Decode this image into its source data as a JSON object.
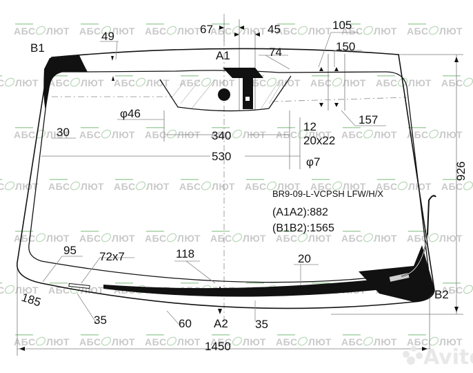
{
  "diagram": {
    "part_code": "BR9-09-L-VCPSH LFW/H/X",
    "measurements": [
      {
        "label": "(A1A2):882"
      },
      {
        "label": "(B1B2):1565"
      }
    ],
    "points": {
      "A1": "A1",
      "A2": "A2",
      "B1": "B1",
      "B2": "B2"
    },
    "dimensions": {
      "top_left_49": "49",
      "sensor_67": "67",
      "sensor_45": "45",
      "dim_105": "105",
      "dim_150": "150",
      "dim_74": "74",
      "dim_157": "157",
      "phi_46": "φ46",
      "side_30": "30",
      "width_340": "340",
      "width_530": "530",
      "dim_12": "12",
      "bracket_20x22": "20x22",
      "phi_7": "φ7",
      "height_926": "926",
      "bottom_95": "95",
      "strip_72x7": "72x7",
      "bottom_118": "118",
      "bottom_20": "20",
      "corner_185": "185",
      "bottom_35_left": "35",
      "bottom_60": "60",
      "bottom_35_right": "35",
      "total_width_1450": "1450"
    }
  },
  "watermark": {
    "text": "АБС ЛЮТ",
    "prefix": "АБС",
    "suffix": "ЛЮТ",
    "color": "#c9c9c9",
    "icon_color": "#b9d8b9"
  },
  "avito_watermark": {
    "text": "Avito"
  }
}
